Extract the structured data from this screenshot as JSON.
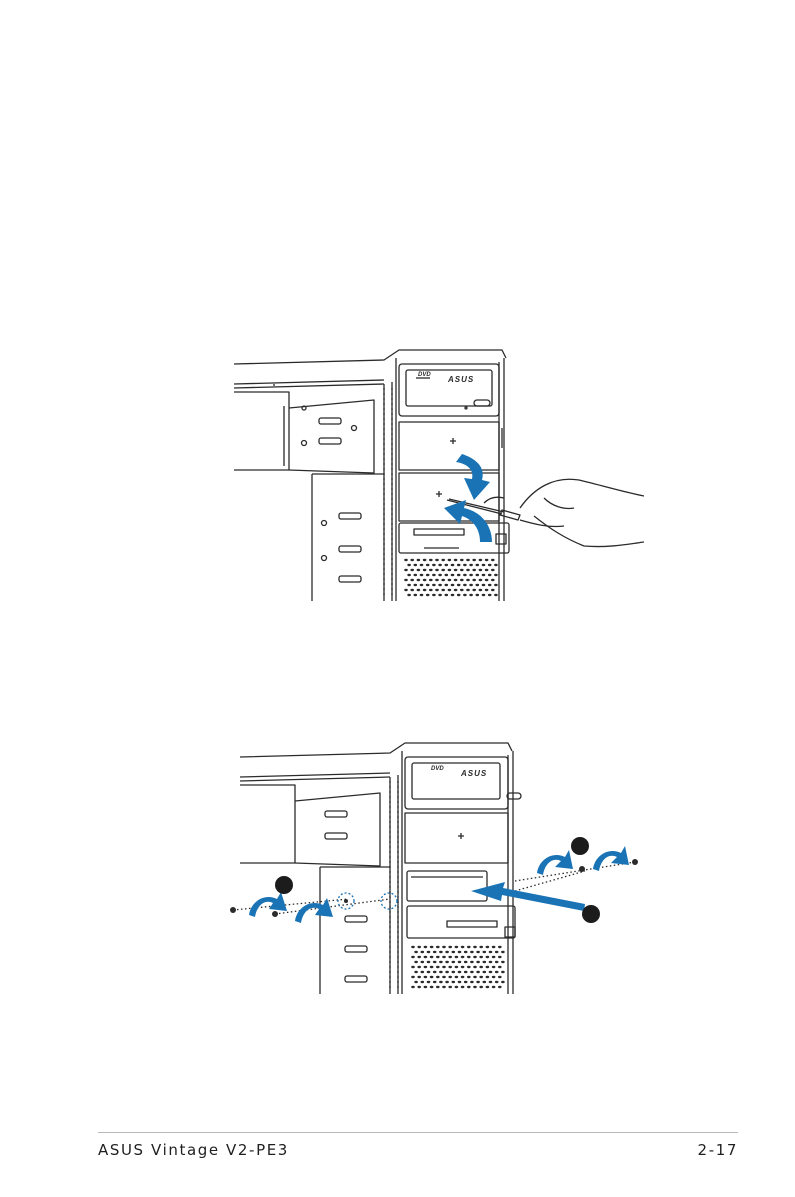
{
  "figure1": {
    "dvd_drive": {
      "format_logo": "DVD",
      "brand_logo": "ASUS"
    }
  },
  "figure2": {
    "dvd_drive": {
      "format_logo": "DVD",
      "brand_logo": "ASUS"
    },
    "step_markers": [
      "",
      "",
      ""
    ]
  },
  "footer": {
    "manual_title": "ASUS Vintage V2-PE3",
    "page_number": "2-17"
  },
  "colors": {
    "accent_arrow": "#1a73b5",
    "line_art": "#2b2b2b"
  }
}
